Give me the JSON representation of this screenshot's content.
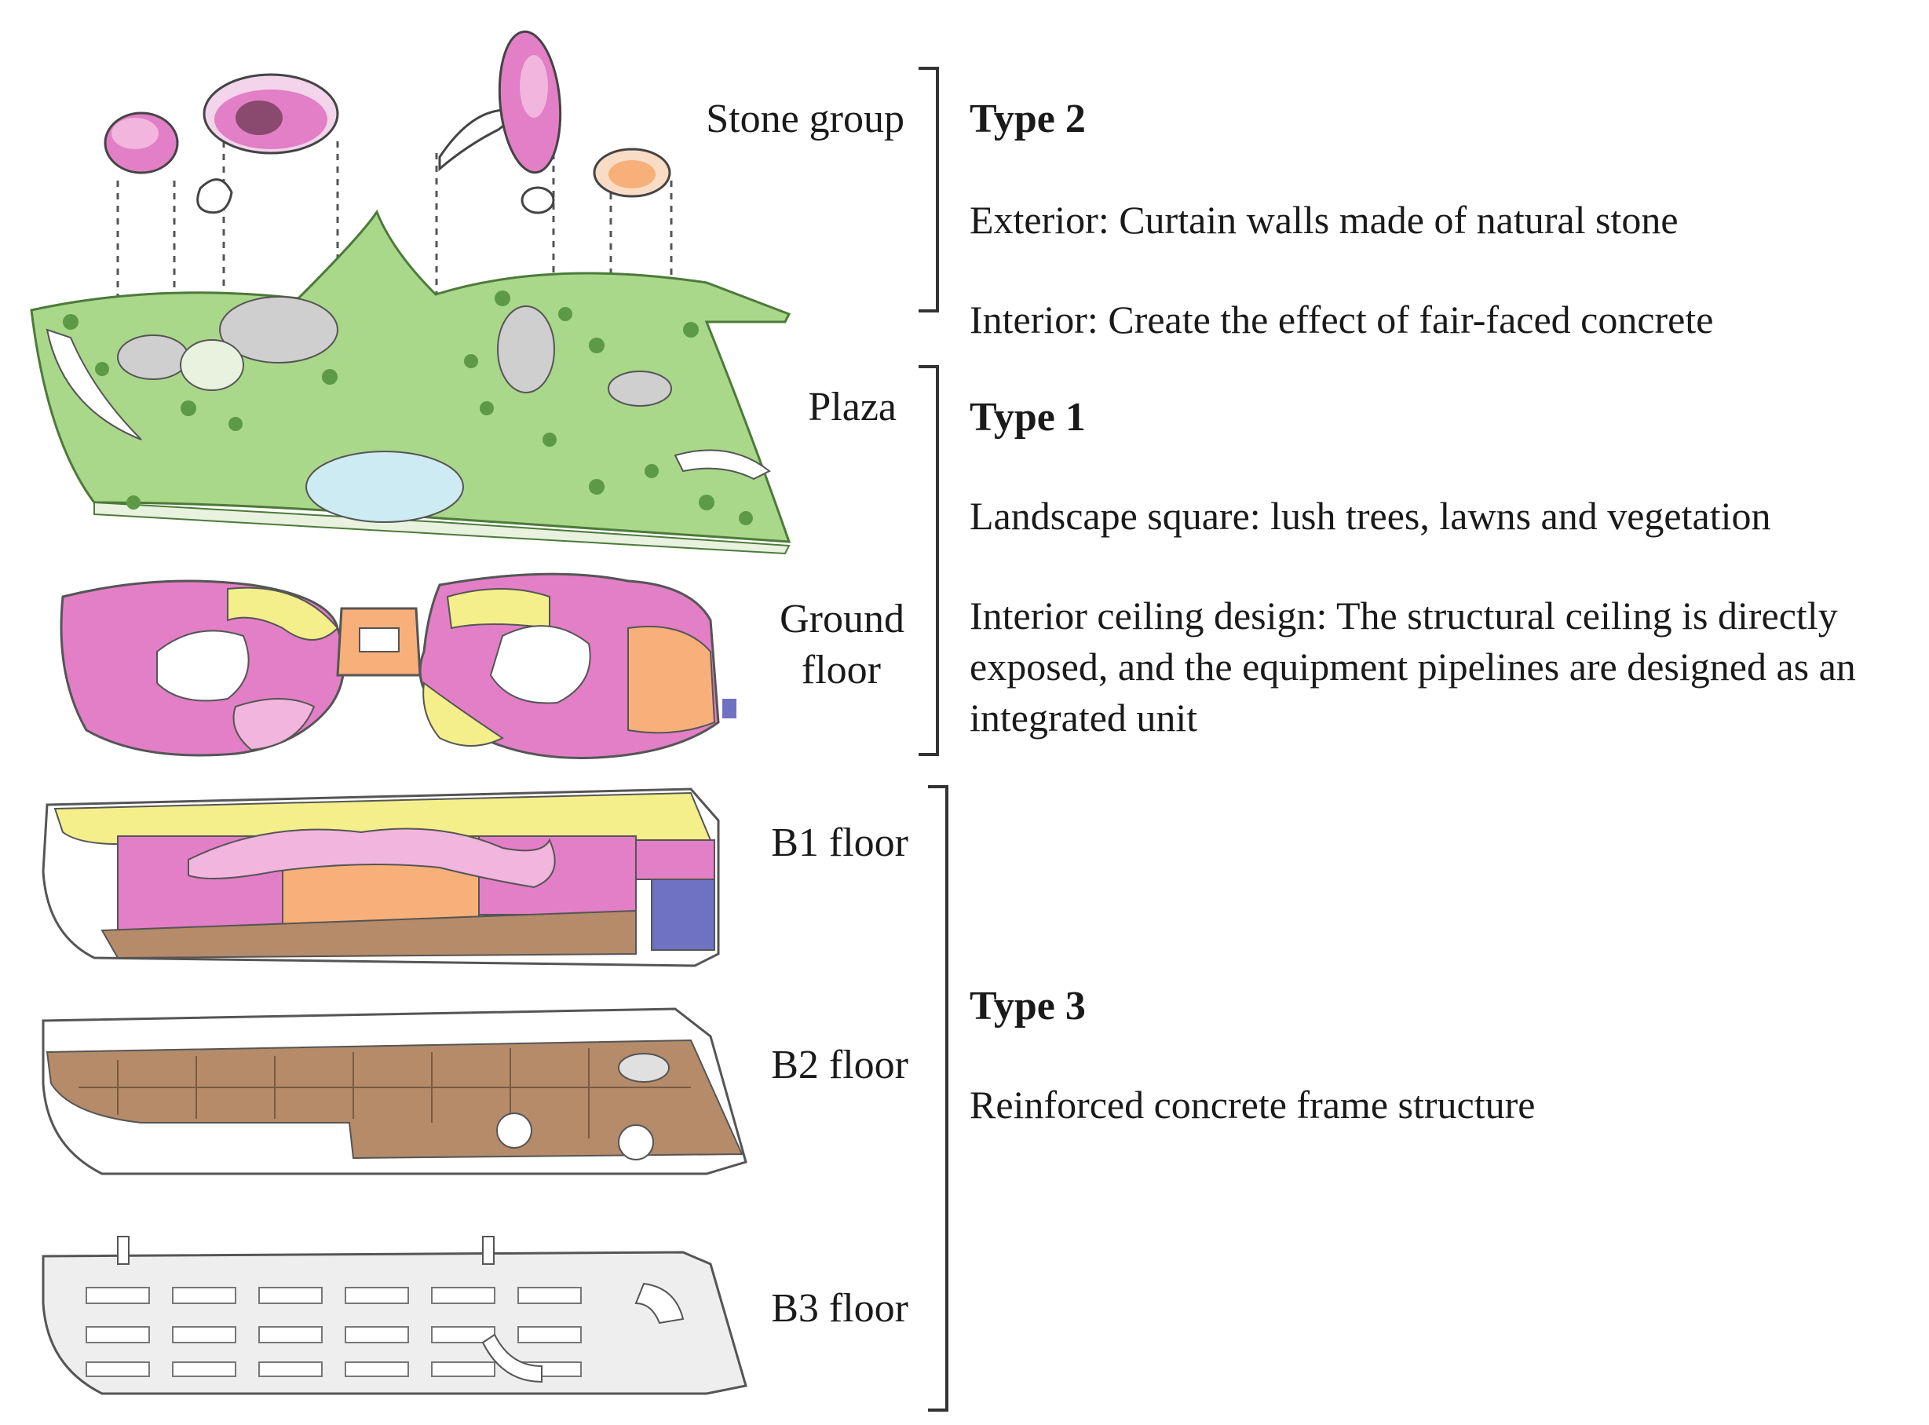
{
  "layers": {
    "stone_group": "Stone group",
    "plaza": "Plaza",
    "ground_floor_l1": "Ground",
    "ground_floor_l2": "floor",
    "b1": "B1 floor",
    "b2": "B2 floor",
    "b3": "B3 floor"
  },
  "type2": {
    "heading": "Type 2",
    "exterior": "Exterior: Curtain walls made of natural stone",
    "interior": "Interior: Create the effect of fair-faced concrete"
  },
  "type1": {
    "heading": "Type 1",
    "landscape": "Landscape square: lush trees, lawns and vegetation",
    "ceiling_l1": "Interior ceiling design: The structural ceiling is directly",
    "ceiling_l2": "exposed, and the equipment pipelines are designed as an",
    "ceiling_l3": "integrated unit"
  },
  "type3": {
    "heading": "Type 3",
    "structure": "Reinforced concrete frame structure"
  },
  "colors": {
    "pink": "#e27fc6",
    "light_pink": "#f2b5dd",
    "yellow": "#f4ef8a",
    "orange": "#f8b07a",
    "blue": "#6f72c2",
    "brown": "#b58b69",
    "green": "#a9d88a",
    "water": "#cdebf3",
    "grey": "#cfcfcf"
  }
}
